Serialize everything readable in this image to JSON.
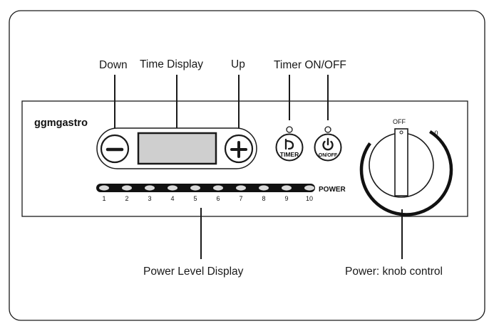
{
  "callouts": {
    "down": "Down",
    "time_display": "Time Display",
    "up": "Up",
    "timer_on_off": "Timer ON/OFF",
    "power_level_display": "Power Level Display",
    "power_knob": "Power: knob control"
  },
  "panel": {
    "brand": "ggmgastro",
    "timer_button_label": "TIMER",
    "onoff_button_label": "ON/OFF",
    "power_label": "POWER",
    "power_levels": [
      "1",
      "2",
      "3",
      "4",
      "5",
      "6",
      "7",
      "8",
      "9",
      "10"
    ],
    "knob_off_label": "OFF",
    "knob_zero_label": "0"
  },
  "icons": {
    "down": "minus-icon",
    "up": "plus-icon",
    "timer": "timer-icon",
    "power": "power-icon"
  },
  "colors": {
    "stroke": "#1a1a1a",
    "display_fill": "#cfcfcf",
    "led_fill": "#d9d9d9",
    "led_strip": "#111111"
  }
}
